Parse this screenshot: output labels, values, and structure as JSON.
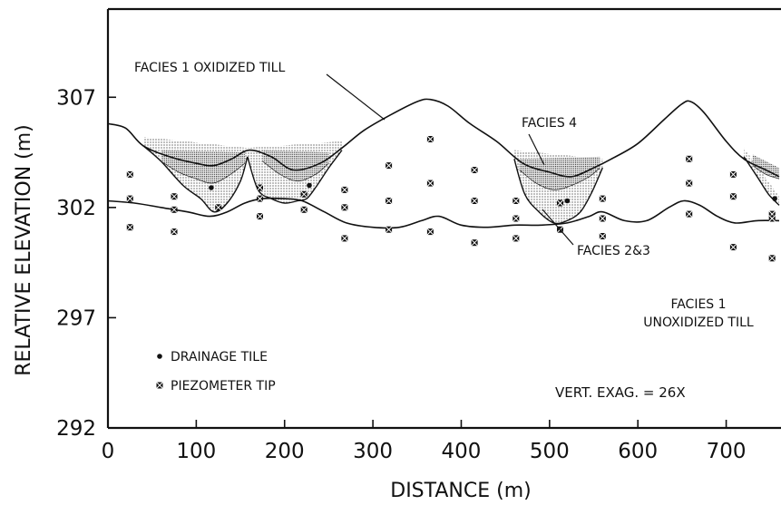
{
  "chart_data": {
    "type": "cross-section",
    "xlabel": "DISTANCE (m)",
    "ylabel": "RELATIVE ELEVATION (m)",
    "xlim": [
      0,
      760
    ],
    "ylim": [
      292,
      311
    ],
    "x_ticks": [
      0,
      100,
      200,
      300,
      400,
      500,
      600,
      700
    ],
    "y_ticks": [
      292,
      297,
      302,
      307
    ],
    "annotations": {
      "oxidized": "FACIES 1 OXIDIZED TILL",
      "facies4": "FACIES 4",
      "facies23": "FACIES 2&3",
      "unoxidized_1": "FACIES 1",
      "unoxidized_2": "UNOXIDIZED TILL",
      "exag": "VERT. EXAG. = 26X"
    },
    "legend": {
      "drainage": "DRAINAGE TILE",
      "piezometer": "PIEZOMETER TIP"
    },
    "surface_line": [
      [
        0,
        305.8
      ],
      [
        20,
        305.6
      ],
      [
        40,
        304.8
      ],
      [
        70,
        304.3
      ],
      [
        100,
        304.0
      ],
      [
        120,
        303.9
      ],
      [
        140,
        304.2
      ],
      [
        160,
        304.6
      ],
      [
        185,
        304.3
      ],
      [
        210,
        303.7
      ],
      [
        240,
        304.0
      ],
      [
        265,
        304.7
      ],
      [
        290,
        305.5
      ],
      [
        320,
        306.2
      ],
      [
        350,
        306.8
      ],
      [
        365,
        306.9
      ],
      [
        385,
        306.6
      ],
      [
        410,
        305.8
      ],
      [
        440,
        305.0
      ],
      [
        470,
        304.0
      ],
      [
        500,
        303.6
      ],
      [
        525,
        303.4
      ],
      [
        550,
        303.8
      ],
      [
        570,
        304.2
      ],
      [
        600,
        304.9
      ],
      [
        630,
        306.0
      ],
      [
        650,
        306.7
      ],
      [
        660,
        306.8
      ],
      [
        675,
        306.3
      ],
      [
        700,
        305.0
      ],
      [
        720,
        304.2
      ],
      [
        745,
        303.7
      ],
      [
        760,
        303.4
      ]
    ],
    "base_line": [
      [
        0,
        302.3
      ],
      [
        30,
        302.2
      ],
      [
        60,
        302.0
      ],
      [
        90,
        301.8
      ],
      [
        115,
        301.6
      ],
      [
        135,
        301.8
      ],
      [
        155,
        302.2
      ],
      [
        175,
        302.4
      ],
      [
        200,
        302.4
      ],
      [
        220,
        302.3
      ],
      [
        245,
        301.8
      ],
      [
        270,
        301.3
      ],
      [
        300,
        301.1
      ],
      [
        330,
        301.1
      ],
      [
        355,
        301.4
      ],
      [
        375,
        301.6
      ],
      [
        400,
        301.2
      ],
      [
        430,
        301.1
      ],
      [
        460,
        301.2
      ],
      [
        490,
        301.2
      ],
      [
        520,
        301.3
      ],
      [
        545,
        301.6
      ],
      [
        560,
        301.8
      ],
      [
        585,
        301.4
      ],
      [
        610,
        301.4
      ],
      [
        635,
        302.0
      ],
      [
        652,
        302.3
      ],
      [
        670,
        302.1
      ],
      [
        690,
        301.6
      ],
      [
        710,
        301.3
      ],
      [
        735,
        301.4
      ],
      [
        760,
        301.4
      ]
    ],
    "oxidized_subdivision_line": [
      [
        30,
        304.9
      ],
      [
        60,
        304.2
      ],
      [
        90,
        303.9
      ],
      [
        120,
        303.8
      ],
      [
        150,
        304.3
      ],
      [
        165,
        304.6
      ],
      [
        190,
        304.2
      ],
      [
        220,
        303.4
      ],
      [
        250,
        303.8
      ],
      [
        270,
        304.6
      ],
      [
        300,
        305.5
      ],
      [
        330,
        306.1
      ],
      [
        360,
        306.5
      ],
      [
        400,
        305.9
      ],
      [
        430,
        304.9
      ]
    ],
    "lenses": [
      {
        "outer": [
          [
            40,
            304.8
          ],
          [
            60,
            304.1
          ],
          [
            85,
            303.0
          ],
          [
            105,
            302.4
          ],
          [
            120,
            301.8
          ],
          [
            135,
            302.2
          ],
          [
            150,
            303.2
          ],
          [
            158,
            304.3
          ]
        ],
        "inner": [
          [
            60,
            304.1
          ],
          [
            80,
            303.6
          ],
          [
            100,
            303.3
          ],
          [
            118,
            303.1
          ],
          [
            135,
            303.4
          ],
          [
            155,
            304.0
          ]
        ]
      },
      {
        "outer": [
          [
            158,
            304.3
          ],
          [
            170,
            302.8
          ],
          [
            185,
            302.4
          ],
          [
            200,
            302.2
          ],
          [
            215,
            302.3
          ],
          [
            225,
            302.4
          ],
          [
            235,
            302.9
          ],
          [
            250,
            303.8
          ],
          [
            265,
            304.6
          ]
        ],
        "inner": [
          [
            175,
            304.1
          ],
          [
            195,
            303.5
          ],
          [
            215,
            303.2
          ],
          [
            235,
            303.5
          ],
          [
            250,
            304.0
          ]
        ]
      },
      {
        "outer": [
          [
            460,
            304.2
          ],
          [
            472,
            302.6
          ],
          [
            488,
            301.8
          ],
          [
            505,
            301.3
          ],
          [
            520,
            301.4
          ],
          [
            535,
            301.8
          ],
          [
            548,
            302.7
          ],
          [
            560,
            303.8
          ]
        ],
        "inner": [
          [
            466,
            303.7
          ],
          [
            485,
            303.1
          ],
          [
            505,
            302.8
          ],
          [
            525,
            303.0
          ],
          [
            545,
            303.4
          ],
          [
            557,
            303.8
          ]
        ]
      },
      {
        "outer": [
          [
            720,
            304.3
          ],
          [
            735,
            303.4
          ],
          [
            748,
            302.6
          ],
          [
            760,
            302.1
          ]
        ],
        "inner": [
          [
            730,
            303.9
          ],
          [
            745,
            303.5
          ],
          [
            760,
            303.3
          ]
        ]
      }
    ],
    "piezometer_points": [
      [
        25,
        303.5
      ],
      [
        25,
        302.4
      ],
      [
        25,
        301.1
      ],
      [
        75,
        302.5
      ],
      [
        75,
        301.9
      ],
      [
        75,
        300.9
      ],
      [
        125,
        302.0
      ],
      [
        172,
        302.9
      ],
      [
        172,
        302.4
      ],
      [
        172,
        301.6
      ],
      [
        222,
        302.6
      ],
      [
        222,
        301.9
      ],
      [
        268,
        302.8
      ],
      [
        268,
        302.0
      ],
      [
        268,
        300.6
      ],
      [
        318,
        303.9
      ],
      [
        318,
        302.3
      ],
      [
        318,
        301.0
      ],
      [
        365,
        305.1
      ],
      [
        365,
        303.1
      ],
      [
        365,
        300.9
      ],
      [
        415,
        303.7
      ],
      [
        415,
        302.3
      ],
      [
        415,
        300.4
      ],
      [
        462,
        302.3
      ],
      [
        462,
        301.5
      ],
      [
        462,
        300.6
      ],
      [
        512,
        302.2
      ],
      [
        512,
        301.0
      ],
      [
        560,
        302.4
      ],
      [
        560,
        301.5
      ],
      [
        560,
        300.7
      ],
      [
        658,
        304.2
      ],
      [
        658,
        303.1
      ],
      [
        658,
        301.7
      ],
      [
        708,
        303.5
      ],
      [
        708,
        302.5
      ],
      [
        708,
        300.2
      ],
      [
        752,
        301.7
      ],
      [
        752,
        301.5
      ],
      [
        752,
        299.7
      ]
    ],
    "drainage_points": [
      [
        117,
        302.9
      ],
      [
        228,
        303.0
      ],
      [
        520,
        302.3
      ],
      [
        755,
        302.4
      ]
    ]
  }
}
